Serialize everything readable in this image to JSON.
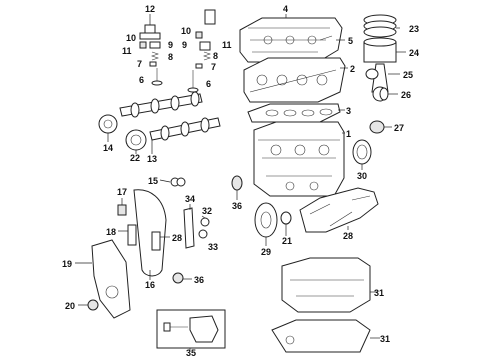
{
  "callouts": {
    "c1": "1",
    "c2": "2",
    "c3": "3",
    "c4": "4",
    "c5": "5",
    "c6a": "6",
    "c6b": "6",
    "c7a": "7",
    "c7b": "7",
    "c8a": "8",
    "c8b": "8",
    "c9a": "9",
    "c9b": "9",
    "c10a": "10",
    "c10b": "10",
    "c11a": "11",
    "c11b": "11",
    "c12": "12",
    "c13": "13",
    "c14": "14",
    "c15": "15",
    "c16": "16",
    "c17": "17",
    "c18": "18",
    "c19": "19",
    "c20": "20",
    "c21": "21",
    "c22": "22",
    "c23": "23",
    "c24": "24",
    "c25": "25",
    "c26": "26",
    "c27": "27",
    "c28a": "28",
    "c28b": "28",
    "c29": "29",
    "c30": "30",
    "c31a": "31",
    "c31b": "31",
    "c32": "32",
    "c33": "33",
    "c34": "34",
    "c35": "35",
    "c36a": "36",
    "c36b": "36"
  }
}
